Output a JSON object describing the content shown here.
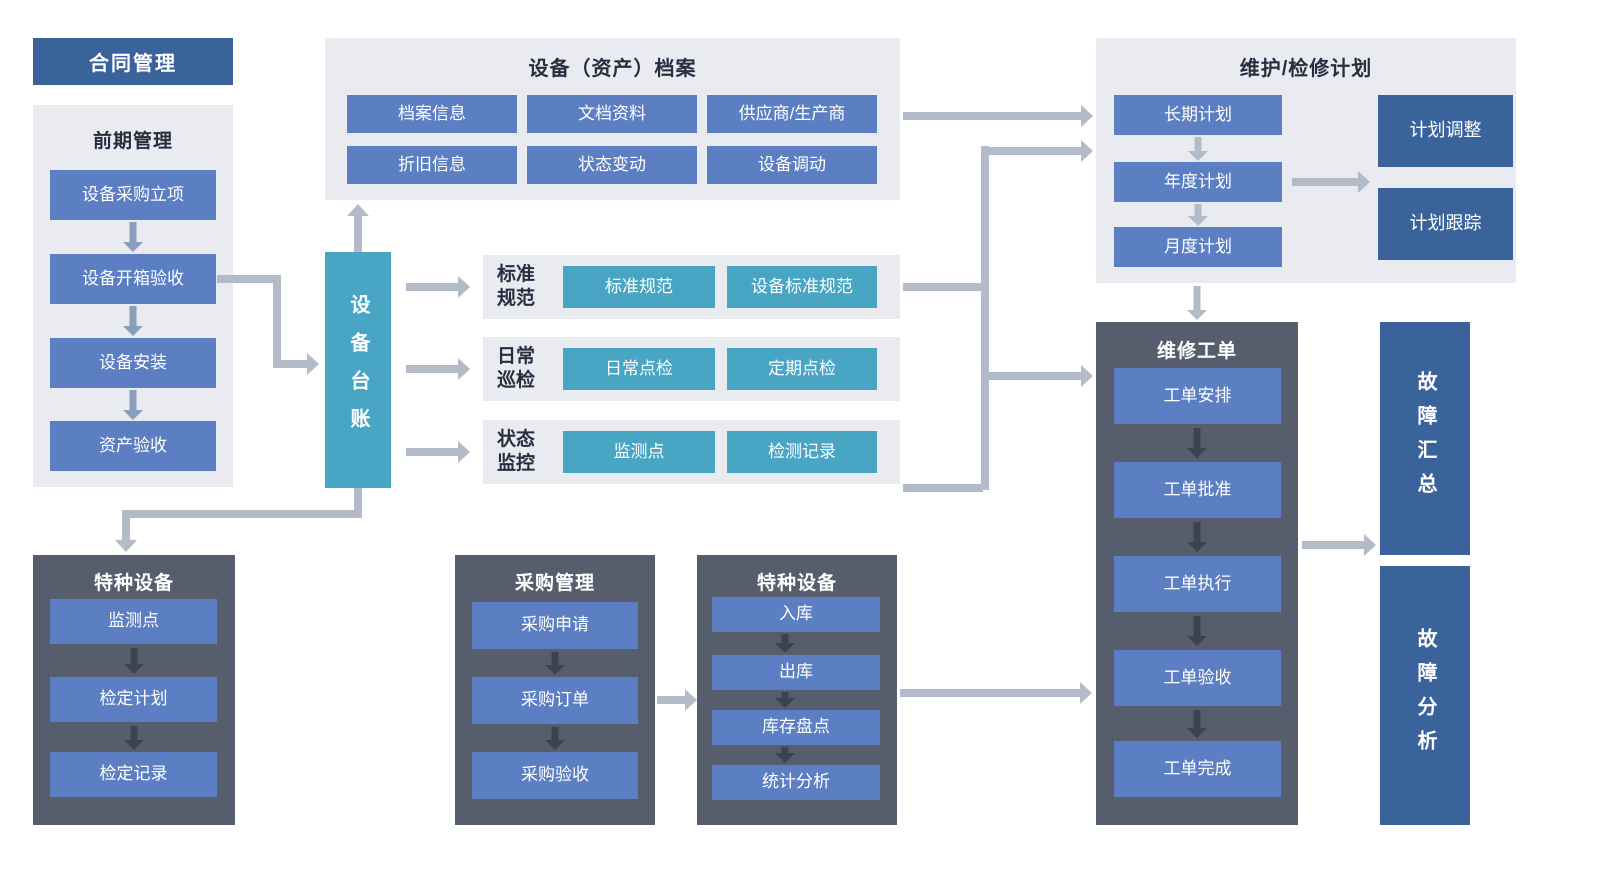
{
  "colors": {
    "steel_blue": "#3a639c",
    "box_blue": "#5c7fc3",
    "teal": "#48a5c4",
    "panel_light": "#e9ebf1",
    "panel_dark": "#565e6e",
    "connector_gray": "#b3bbc8",
    "arrow_dark": "#3b4250",
    "arrow_slate": "#8b9dbd",
    "title_dark": "#262e40"
  },
  "contract": {
    "title": "合同管理"
  },
  "early_stage": {
    "title": "前期管理",
    "steps": [
      "设备采购立项",
      "设备开箱验收",
      "设备安装",
      "资产验收"
    ]
  },
  "ledger": {
    "title": "设备台账"
  },
  "archive": {
    "title": "设备（资产）档案",
    "row1": [
      "档案信息",
      "文档资料",
      "供应商/生产商"
    ],
    "row2": [
      "折旧信息",
      "状态变动",
      "设备调动"
    ]
  },
  "rows": {
    "standards": {
      "label": "标准规范",
      "items": [
        "标准规范",
        "设备标准规范"
      ]
    },
    "inspection": {
      "label": "日常巡检",
      "items": [
        "日常点检",
        "定期点检"
      ]
    },
    "monitoring": {
      "label": "状态监控",
      "items": [
        "监测点",
        "检测记录"
      ]
    }
  },
  "maintenance_plan": {
    "title": "维护/检修计划",
    "steps": [
      "长期计划",
      "年度计划",
      "月度计划"
    ],
    "side": [
      "计划调整",
      "计划跟踪"
    ]
  },
  "work_order": {
    "title": "维修工单",
    "steps": [
      "工单安排",
      "工单批准",
      "工单执行",
      "工单验收",
      "工单完成"
    ]
  },
  "fault": {
    "summary": "故障汇总",
    "analysis": "故障分析"
  },
  "special_left": {
    "title": "特种设备",
    "steps": [
      "监测点",
      "检定计划",
      "检定记录"
    ]
  },
  "procurement": {
    "title": "采购管理",
    "steps": [
      "采购申请",
      "采购订单",
      "采购验收"
    ]
  },
  "special_center": {
    "title": "特种设备",
    "steps": [
      "入库",
      "出库",
      "库存盘点",
      "统计分析"
    ]
  }
}
